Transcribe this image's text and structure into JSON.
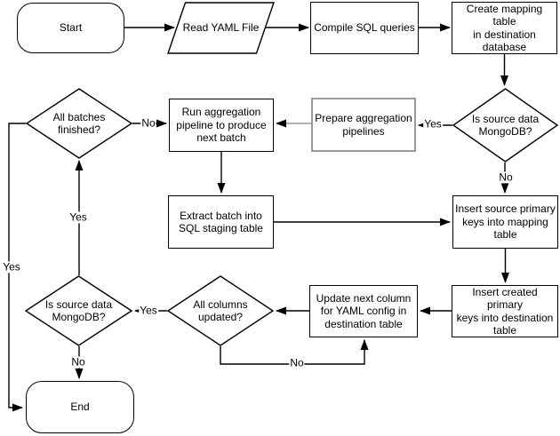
{
  "diagram": {
    "type": "flowchart",
    "colors": {
      "node_stroke": "#000000",
      "highlight_stroke": "#999999",
      "text": "#000000",
      "canvas_background": "#ffffff"
    },
    "nodes": {
      "start": {
        "shape": "terminator",
        "label": "Start"
      },
      "read_yaml": {
        "shape": "parallelogram",
        "label": "Read YAML File"
      },
      "compile_sql": {
        "shape": "process",
        "label": "Compile SQL queries"
      },
      "create_mapping": {
        "shape": "process",
        "label": "Create mapping table\nin destination\ndatabase"
      },
      "is_mongo_top": {
        "shape": "decision",
        "label": "Is source data\nMongoDB?"
      },
      "prepare_pipelines": {
        "shape": "process",
        "label": "Prepare aggregation\npipelines"
      },
      "run_pipeline": {
        "shape": "process",
        "label": "Run aggregation\npipeline to produce\nnext batch"
      },
      "all_batches": {
        "shape": "decision",
        "label": "All batches\nfinished?"
      },
      "extract_batch": {
        "shape": "process",
        "label": "Extract batch into\nSQL staging table"
      },
      "insert_source_keys": {
        "shape": "process",
        "label": "Insert source primary\nkeys into mapping\ntable"
      },
      "insert_created_keys": {
        "shape": "process",
        "label": "Insert created primary\nkeys into destination\ntable"
      },
      "update_column": {
        "shape": "process",
        "label": "Update next column\nfor YAML config in\ndestination table"
      },
      "all_columns": {
        "shape": "decision",
        "label": "All columns\nupdated?"
      },
      "is_mongo_bottom": {
        "shape": "decision",
        "label": "Is source data\nMongoDB?"
      },
      "end": {
        "shape": "terminator",
        "label": "End"
      }
    },
    "edge_labels": {
      "is_mongo_top_yes": "Yes",
      "is_mongo_top_no": "No",
      "all_batches_no": "No",
      "all_batches_yes": "Yes",
      "is_mongo_bottom_yes": "Yes",
      "is_mongo_bottom_no": "No",
      "all_columns_yes": "Yes",
      "all_columns_no": "No"
    }
  }
}
